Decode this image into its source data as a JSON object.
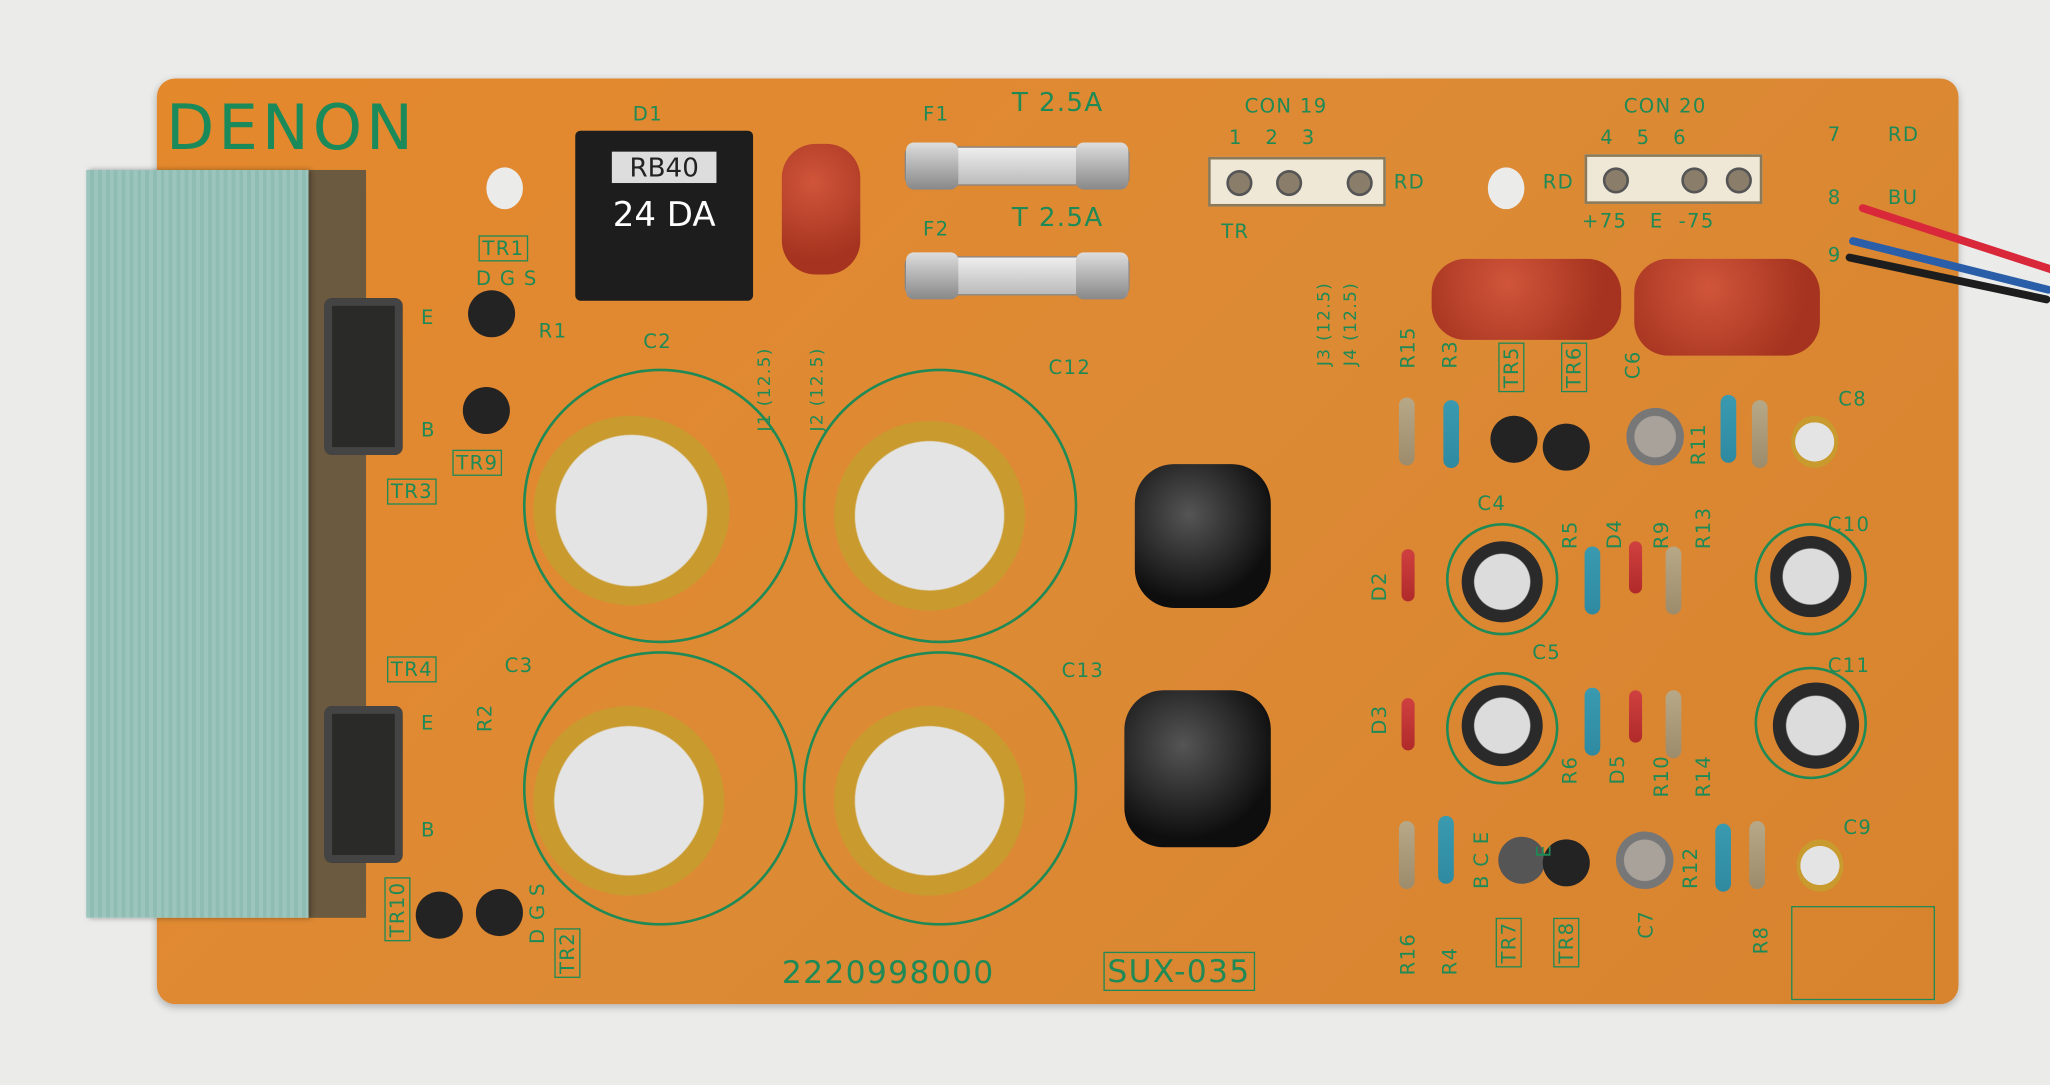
{
  "brand": "DENON",
  "part_number": "2220998000",
  "board_id": "SUX-035",
  "bridge_rectifier": {
    "line1": "RB40",
    "line2": "24 DA"
  },
  "labels": {
    "d1": "D1",
    "f1": "F1",
    "f2": "F2",
    "fuse1_rating": "T 2.5A",
    "fuse2_rating": "T 2.5A",
    "con19": "CON 19",
    "con19_pins": "1   2   3",
    "con19_tr": "TR",
    "con19_rd": "RD",
    "con20": "CON 20",
    "con20_pins": "4   5   6",
    "con20_rails": "+75   E  -75",
    "con20_rd": "RD",
    "w7": "7",
    "w7c": "RD",
    "w8": "8",
    "w8c": "BU",
    "w9": "9",
    "tr1": "TR1",
    "dgs1": "D G S",
    "e1": "E",
    "r1": "R1",
    "b1": "B",
    "tr9": "TR9",
    "tr3": "TR3",
    "c2": "C2",
    "c12": "C12",
    "j1": "J1 (12.5)",
    "j2": "J2 (12.5)",
    "j3": "J3 (12.5)",
    "j4": "J4 (12.5)",
    "r15": "R15",
    "r3": "R3",
    "tr5": "TR5",
    "tr6": "TR6",
    "c6": "C6",
    "r11": "R11",
    "c8": "C8",
    "c4": "C4",
    "r5": "R5",
    "d4": "D4",
    "r9": "R9",
    "r13": "R13",
    "c10": "C10",
    "d2": "D2",
    "c5": "C5",
    "d3": "D3",
    "r6": "R6",
    "d5": "D5",
    "r10": "R10",
    "r14": "R14",
    "c11": "C11",
    "c3": "C3",
    "c13": "C13",
    "tr4": "TR4",
    "r2": "R2",
    "e2": "E",
    "b2": "B",
    "tr10": "TR10",
    "dgs2": "D G S",
    "tr2": "TR2",
    "r16": "R16",
    "r4": "R4",
    "bce": "B C E",
    "e3": "E",
    "tr7": "TR7",
    "tr8": "TR8",
    "c7": "C7",
    "r12": "R12",
    "r8": "R8",
    "c9": "C9"
  },
  "colors": {
    "board": "#dd8a35",
    "silkscreen": "#1f8a55",
    "heatsink": "#9cc6bd"
  }
}
